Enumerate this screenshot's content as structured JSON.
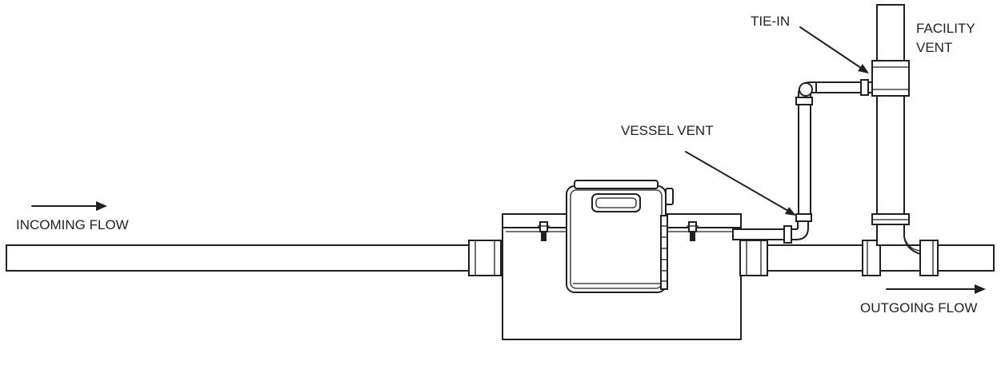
{
  "labels": {
    "incoming_flow": "INCOMING FLOW",
    "outgoing_flow": "OUTGOING FLOW",
    "vessel_vent": "VESSEL VENT",
    "tie_in": "TIE-IN",
    "facility_vent_line1": "FACILITY",
    "facility_vent_line2": "VENT"
  },
  "colors": {
    "line": "#231f20",
    "background": "#ffffff"
  }
}
